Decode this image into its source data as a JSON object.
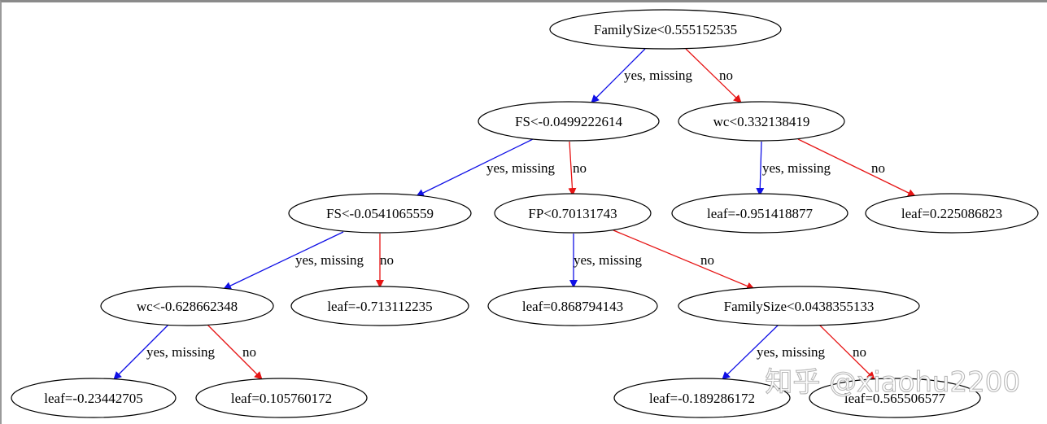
{
  "colors": {
    "yes_edge": "#1010e6",
    "no_edge": "#e61414",
    "node_stroke": "#000000"
  },
  "nodes": {
    "n0": "FamilySize<0.555152535",
    "n1": "FS<-0.0499222614",
    "n2": "wc<0.332138419",
    "n3": "FS<-0.0541065559",
    "n4": "FP<0.70131743",
    "n5": "leaf=-0.951418877",
    "n6": "leaf=0.225086823",
    "n7": "wc<-0.628662348",
    "n8": "leaf=-0.713112235",
    "n9": "leaf=0.868794143",
    "n10": "FamilySize<0.0438355133",
    "n11": "leaf=-0.23442705",
    "n12": "leaf=0.105760172",
    "n13": "leaf=-0.189286172",
    "n14": "leaf=0.565506577"
  },
  "edge_labels": {
    "yes": "yes, missing",
    "no": "no"
  },
  "watermark": "知乎 @xiaohu2200"
}
